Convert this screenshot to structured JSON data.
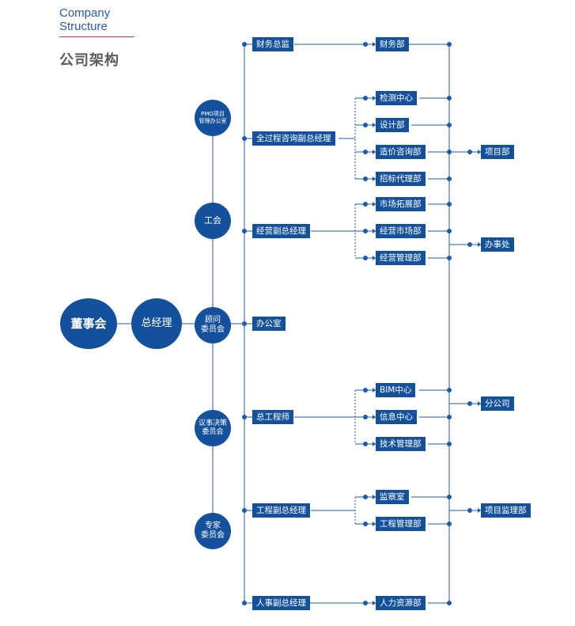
{
  "header": {
    "title_en_line1": "Company",
    "title_en_line2": "Structure",
    "title_cn": "公司架构"
  },
  "colors": {
    "primary": "#14519c",
    "line": "#1d5aa8",
    "accent_rule": "#d23c3c",
    "title": "#5a5a5a"
  },
  "chart_data": {
    "type": "org-chart",
    "root": "董事会",
    "second": "总经理",
    "committees": [
      "PMO项目\n管理办公室",
      "工会",
      "顾问\n委员会",
      "议事决策\n委员会",
      "专家\n委员会"
    ],
    "level2": [
      "财务总监",
      "全过程咨询副总经理",
      "经营副总经理",
      "办公室",
      "总工程师",
      "工程副总经理",
      "人事副总经理"
    ],
    "level3": [
      "财务部",
      "检测中心",
      "设计部",
      "造价咨询部",
      "招标代理部",
      "市场拓展部",
      "经营市场部",
      "经营管理部",
      "BIM中心",
      "信息中心",
      "技术管理部",
      "监察室",
      "工程管理部",
      "人力资源部"
    ],
    "level4": [
      "项目部",
      "办事处",
      "分公司",
      "项目监理部"
    ]
  }
}
